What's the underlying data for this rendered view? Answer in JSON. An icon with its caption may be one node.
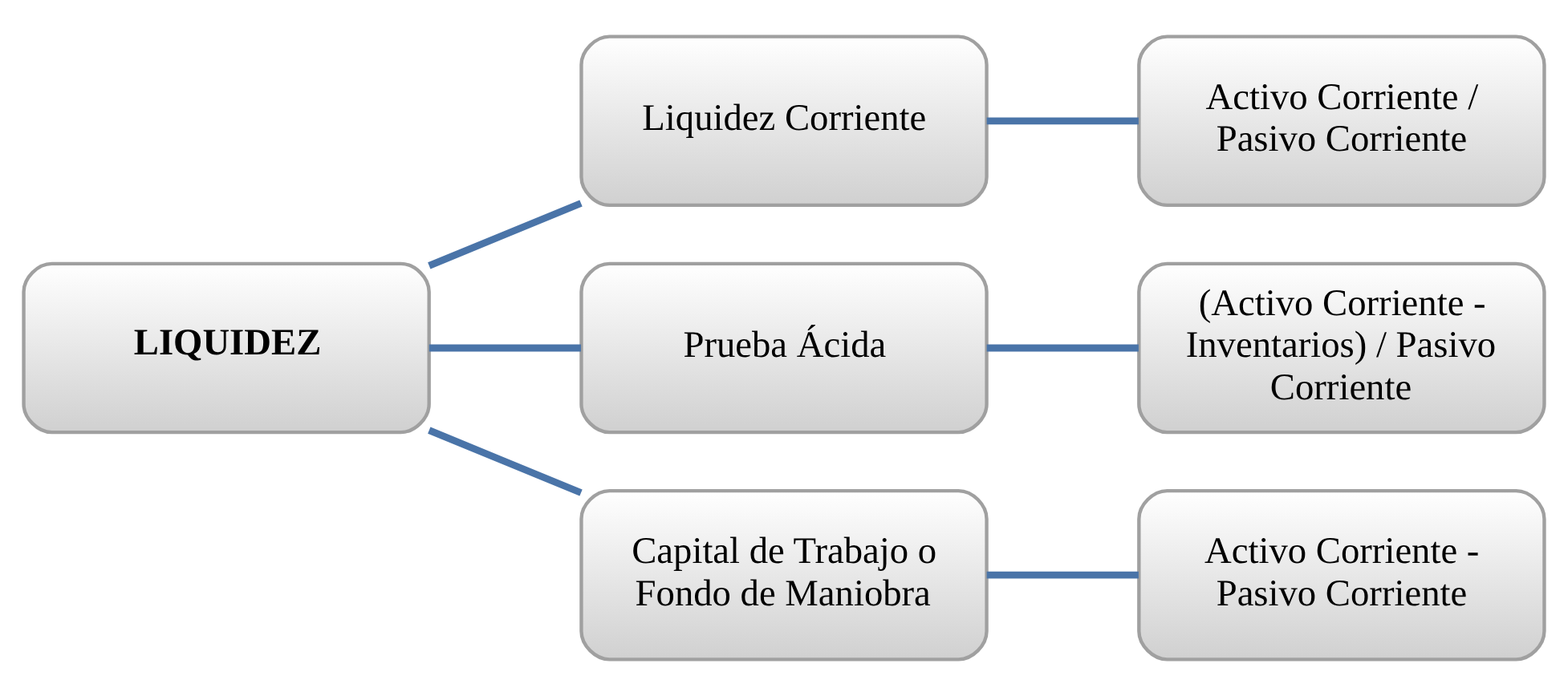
{
  "diagram": {
    "nodes": [
      {
        "text": [
          "LIQUIDEZ"
        ]
      },
      {
        "text": [
          "Liquidez Corriente"
        ]
      },
      {
        "text": [
          "Activo Corriente / Pasivo Corriente"
        ]
      },
      {
        "text": [
          "Prueba Ácida"
        ]
      },
      {
        "text": [
          "(Activo Corriente - Inventarios) / Pasivo Corriente"
        ]
      },
      {
        "text": [
          "Capital de Trabajo o Fondo de Maniobra"
        ]
      },
      {
        "text": [
          "Activo Corriente - Pasivo Corriente"
        ]
      }
    ],
    "edges": [
      {
        "from": 0,
        "to": 1,
        "arrow": "none"
      },
      {
        "from": 0,
        "to": 3,
        "arrow": "none"
      },
      {
        "from": 0,
        "to": 5,
        "arrow": "none"
      },
      {
        "from": 1,
        "to": 2,
        "arrow": "none"
      },
      {
        "from": 3,
        "to": 4,
        "arrow": "none"
      },
      {
        "from": 5,
        "to": 6,
        "arrow": "none"
      }
    ]
  }
}
